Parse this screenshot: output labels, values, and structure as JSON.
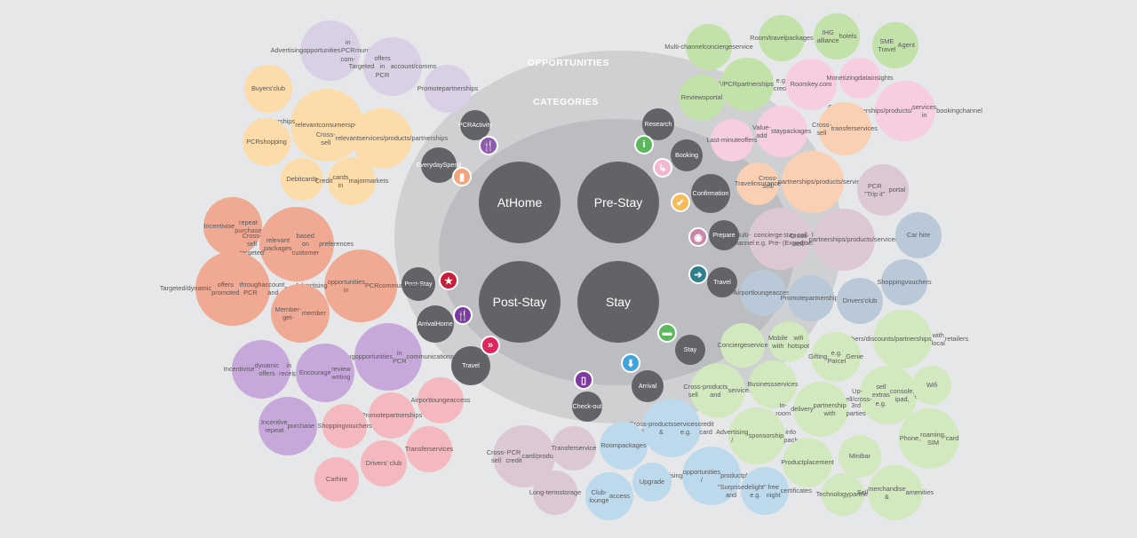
{
  "colors": {
    "purple": "#d9d0e6",
    "orange": "#fbdcaa",
    "salmon": "#f0a993",
    "violet": "#c7a8da",
    "pink": "#f4b9be",
    "mauve": "#dcc7d4",
    "blue": "#bdd9ec",
    "green": "#c3e2a9",
    "lgreen": "#d2e9bf",
    "lpink": "#f7cde1",
    "peach": "#f9d0b4",
    "slate": "#bac9d7",
    "gray": "#626366"
  },
  "labels": {
    "opportunities": "OPPORTUNITIES",
    "categories": "CATEGORIES"
  },
  "core": [
    {
      "text": "At\nHome"
    },
    {
      "text": "Pre-\nStay"
    },
    {
      "text": "Post-\nStay"
    },
    {
      "text": "Stay"
    }
  ],
  "categories": [
    {
      "text": "PCR\nActivity"
    },
    {
      "text": "Everyday\nSpend"
    },
    {
      "text": "Research"
    },
    {
      "text": "Booking"
    },
    {
      "text": "Confirmation"
    },
    {
      "text": "Prepare"
    },
    {
      "text": "Travel"
    },
    {
      "text": "Post-\nStay"
    },
    {
      "text": "Arrival\nHome"
    },
    {
      "text": "Travel"
    },
    {
      "text": "Stay"
    },
    {
      "text": "Arrival"
    },
    {
      "text": "Check-\nout"
    }
  ],
  "icons": [
    {
      "name": "dining-icon",
      "glyph": "🍴",
      "color": "#8e5bb0"
    },
    {
      "name": "card-icon",
      "glyph": "▮",
      "color": "#f4a47b"
    },
    {
      "name": "info-icon",
      "glyph": "i",
      "color": "#5cb85c"
    },
    {
      "name": "booking-arrow-icon",
      "glyph": "↳",
      "color": "#f4b7d2"
    },
    {
      "name": "check-icon",
      "glyph": "✔",
      "color": "#f6bc5a"
    },
    {
      "name": "target-icon",
      "glyph": "◉",
      "color": "#c987a9"
    },
    {
      "name": "arrow-right-icon",
      "glyph": "➔",
      "color": "#2e7e8c"
    },
    {
      "name": "star-icon",
      "glyph": "★",
      "color": "#c81e3a"
    },
    {
      "name": "dining-icon",
      "glyph": "🍴",
      "color": "#7c3aa0"
    },
    {
      "name": "forward-icon",
      "glyph": "»",
      "color": "#e0245e"
    },
    {
      "name": "bed-icon",
      "glyph": "▬",
      "color": "#5cb85c"
    },
    {
      "name": "download-icon",
      "glyph": "⬇",
      "color": "#3fa4dc"
    },
    {
      "name": "door-icon",
      "glyph": "▯",
      "color": "#7c3aa0"
    }
  ],
  "bubbles": [
    {
      "text": "Advertising\nopportunities\nin PCR com-\nmunications"
    },
    {
      "text": "Targeted\noffers in PCR\naccount/\ncomms"
    },
    {
      "text": "Promote\npartnerships"
    },
    {
      "text": "Buyers'\nclub"
    },
    {
      "text": "Partnerships in\nrelevant\nconsumer\nspend\ncategories"
    },
    {
      "text": "PCR\nshopping"
    },
    {
      "text": "Cross-sell\nrelevant\nservices/\nproducts/\npartnerships"
    },
    {
      "text": "Debit\ncards"
    },
    {
      "text": "Credit\ncards in\nmajor\nmarkets"
    },
    {
      "text": "Incentivise\nrepeat purchase"
    },
    {
      "text": "Cross-sell targeted\nrelevant packages\nbased on customer\npreferences"
    },
    {
      "text": "Targeted/dynamic\noffers promoted\nthrough PCR\naccount and\ncomms"
    },
    {
      "text": "Advertising\nopportunities in\nPCR\ncommunications"
    },
    {
      "text": "Member-get-\nmember"
    },
    {
      "text": "Advertising\nopportunities\nin PCR\ncommunications"
    },
    {
      "text": "Incentivise\ndynamic offers\nin receipt"
    },
    {
      "text": "Encourage\nreview writing"
    },
    {
      "text": "Incentive repeat\npurchase"
    },
    {
      "text": "Airport\nlounge\naccess"
    },
    {
      "text": "Promote\npartnerships"
    },
    {
      "text": "Shopping\nvouchers"
    },
    {
      "text": "Transfer\nservices"
    },
    {
      "text": "Car\nhire"
    },
    {
      "text": "Drivers' club"
    },
    {
      "text": "Multi-\nchannel\nconcierge\nservice"
    },
    {
      "text": "Room/travel\npackages"
    },
    {
      "text": "IHG alliance\nhotels"
    },
    {
      "text": "SME Travel\nAgent"
    },
    {
      "text": "Cross-sell\n(IHG/PCR\npartnerships\ne.g. credit\ncards"
    },
    {
      "text": "Roomkey.com"
    },
    {
      "text": "Monetizing\ndata\ninsights"
    },
    {
      "text": "Reviews\nportal"
    },
    {
      "text": "Cross-sell\npartnerships/\nproducts/\nservices in\nbooking\nchannel"
    },
    {
      "text": "Last-\nminute\noffers"
    },
    {
      "text": "Value-add\nstay\npackages"
    },
    {
      "text": "Cross-sell\ntransfer\nservices"
    },
    {
      "text": "Travel\ninsurance"
    },
    {
      "text": "Cross-sell/\npartnerships/\nproducts/services"
    },
    {
      "text": "PCR \"Trip it\"\nportal"
    },
    {
      "text": "Multi-channel\nconcierge e.g. Pre-\nstay call (Expedia\nlocal expert)"
    },
    {
      "text": "Cross-sell/\npartnerships/\nproducts/services"
    },
    {
      "text": "Car hire"
    },
    {
      "text": "Shopping\nvouchers"
    },
    {
      "text": "Airport\nlounge\naccess"
    },
    {
      "text": "Promote\npartnerships"
    },
    {
      "text": "Drivers'\nclub"
    },
    {
      "text": "Vouchers/\ndiscounts/\npartnerships\nwith local\nretailers"
    },
    {
      "text": "Concierge\nservice"
    },
    {
      "text": "Mobile with\nwifi hotspot"
    },
    {
      "text": "Gifting\ne.g. Parcel\nGenie"
    },
    {
      "text": "Cross-sell\nproducts and\nservices"
    },
    {
      "text": "Business\nservices"
    },
    {
      "text": "Up-sell/cross-\nsell extras e.g.\nconsole, ipad,\ngames"
    },
    {
      "text": "Wifi"
    },
    {
      "text": "In-room\ndelivery\npartnership with\n3rd parties"
    },
    {
      "text": "Cross-sell\nproducts &\nservices e.g.\ncredit card"
    },
    {
      "text": "Advertising /\nsponsorship\ninfo pack"
    },
    {
      "text": "Phone,\nroaming, SIM\ncard"
    },
    {
      "text": "Cross-sell\nPCR credit\ncard/\nproducts"
    },
    {
      "text": "Transfer\nservice"
    },
    {
      "text": "Room\npackages"
    },
    {
      "text": "Product\nplacement"
    },
    {
      "text": "Minibar"
    },
    {
      "text": "Advertising\nopportunities /\nproduct\nplacement"
    },
    {
      "text": "Long-\nterm\nstorage"
    },
    {
      "text": "Upgrade"
    },
    {
      "text": "\"Surprise and\ndelight\" e.g.\nfree night\ncertificates"
    },
    {
      "text": "Technology\npartner"
    },
    {
      "text": "Sell\nmerchandise &\namenities"
    },
    {
      "text": "Club-lounge\naccess"
    }
  ]
}
